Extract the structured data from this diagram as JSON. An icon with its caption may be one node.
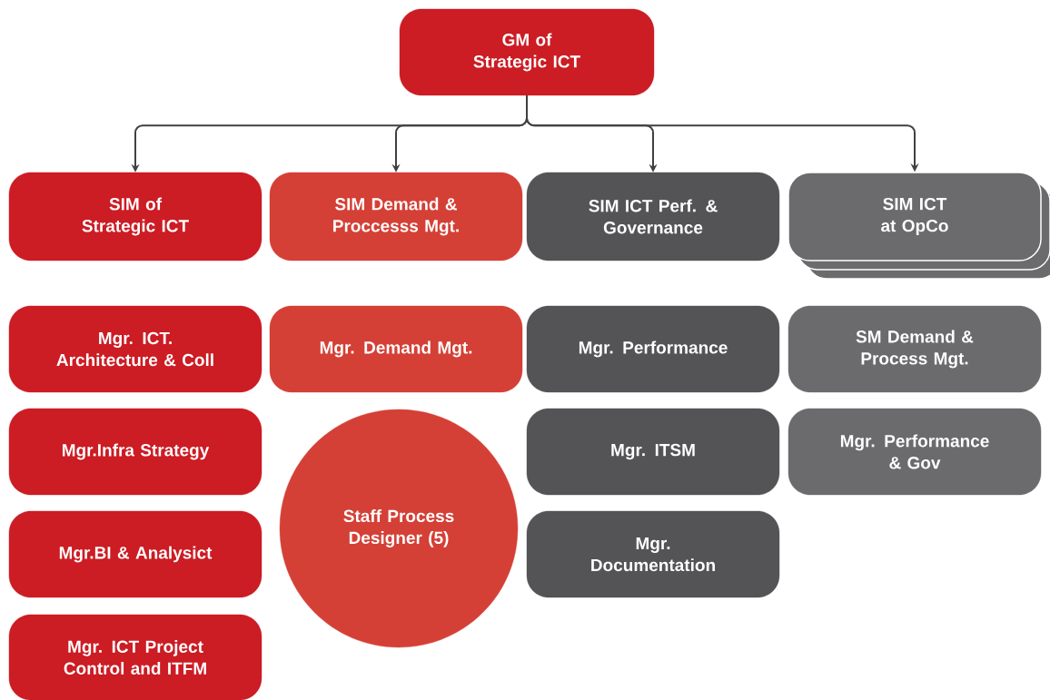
{
  "diagram": {
    "nodes": [
      {
        "text": [
          "GM of Strategic ICT"
        ]
      },
      {
        "text": [
          "SIM of Strategic ICT"
        ]
      },
      {
        "text": [
          "SIM Demand & Proccesss Mgt."
        ]
      },
      {
        "text": [
          "SIM ICT Perf. & Governance"
        ]
      },
      {
        "text": [
          "SIM ICT at OpCo"
        ]
      },
      {
        "text": [
          "Mgr. ICT. Architecture & Coll"
        ]
      },
      {
        "text": [
          "Mgr. Demand Mgt."
        ]
      },
      {
        "text": [
          "Mgr. Performance"
        ]
      },
      {
        "text": [
          "SM Demand & Process Mgt."
        ]
      },
      {
        "text": [
          "Mgr.Infra Strategy"
        ]
      },
      {
        "text": [
          "Staff Process Designer (5)"
        ]
      },
      {
        "text": [
          "Mgr. ITSM"
        ]
      },
      {
        "text": [
          "Mgr. Performance & Gov"
        ]
      },
      {
        "text": [
          "Mgr.BI & Analysict"
        ]
      },
      {
        "text": [
          "Mgr. Documentation"
        ]
      },
      {
        "text": [
          "Mgr. ICT Project Control and ITFM"
        ]
      }
    ],
    "edges": [
      {
        "from": 0,
        "to": 1,
        "arrow": "to"
      },
      {
        "from": 0,
        "to": 2,
        "arrow": "to"
      },
      {
        "from": 0,
        "to": 3,
        "arrow": "to"
      },
      {
        "from": 0,
        "to": 4,
        "arrow": "to"
      }
    ]
  }
}
